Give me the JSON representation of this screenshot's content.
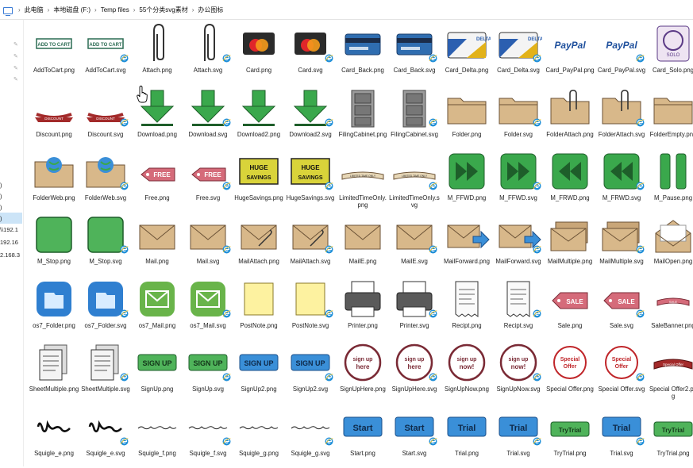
{
  "breadcrumb": [
    "此电脑",
    "本地磁盘 (F:)",
    "Temp files",
    "55个分类svg素材",
    "办公图标"
  ],
  "nav_pane": {
    "drive_labels": [
      ")",
      ")",
      ")",
      ")",
      "\\\\192.1",
      "192.16",
      "2.168.3"
    ]
  },
  "files": [
    {
      "name": "AddToCart.png",
      "icon": "add-to-cart-icon",
      "ie": false
    },
    {
      "name": "AddToCart.svg",
      "icon": "add-to-cart-icon",
      "ie": true
    },
    {
      "name": "Attach.png",
      "icon": "paperclip-icon",
      "ie": false
    },
    {
      "name": "Attach.svg",
      "icon": "paperclip-icon",
      "ie": true
    },
    {
      "name": "Card.png",
      "icon": "credit-card-icon",
      "ie": false
    },
    {
      "name": "Card.svg",
      "icon": "credit-card-icon",
      "ie": true
    },
    {
      "name": "Card_Back.png",
      "icon": "card-back-icon",
      "ie": false
    },
    {
      "name": "Card_Back.svg",
      "icon": "card-back-icon",
      "ie": true
    },
    {
      "name": "Card_Delta.png",
      "icon": "delta-card-icon",
      "ie": false
    },
    {
      "name": "Card_Delta.svg",
      "icon": "delta-card-icon",
      "ie": true
    },
    {
      "name": "Card_PayPal.png",
      "icon": "paypal-icon",
      "ie": false
    },
    {
      "name": "Card_PayPal.svg",
      "icon": "paypal-icon",
      "ie": true
    },
    {
      "name": "Card_Solo.png",
      "icon": "solo-card-icon",
      "ie": false
    },
    {
      "name": "Discount.png",
      "icon": "discount-banner-icon",
      "ie": false
    },
    {
      "name": "Discount.svg",
      "icon": "discount-banner-icon",
      "ie": true
    },
    {
      "name": "Download.png",
      "icon": "download-arrow-icon",
      "ie": false
    },
    {
      "name": "Download.svg",
      "icon": "download-arrow-icon",
      "ie": true
    },
    {
      "name": "Download2.png",
      "icon": "download-arrow-icon",
      "ie": false
    },
    {
      "name": "Download2.svg",
      "icon": "download-arrow-icon",
      "ie": true
    },
    {
      "name": "FilingCabinet.png",
      "icon": "filing-cabinet-icon",
      "ie": false
    },
    {
      "name": "FilingCabinet.svg",
      "icon": "filing-cabinet-icon",
      "ie": true
    },
    {
      "name": "Folder.png",
      "icon": "folder-icon",
      "ie": false
    },
    {
      "name": "Folder.svg",
      "icon": "folder-icon",
      "ie": true
    },
    {
      "name": "FolderAttach.png",
      "icon": "folder-attach-icon",
      "ie": false
    },
    {
      "name": "FolderAttach.svg",
      "icon": "folder-attach-icon",
      "ie": true
    },
    {
      "name": "FolderEmpty.png",
      "icon": "folder-icon",
      "ie": false
    },
    {
      "name": "FolderWeb.png",
      "icon": "folder-web-icon",
      "ie": false
    },
    {
      "name": "FolderWeb.svg",
      "icon": "folder-web-icon",
      "ie": true
    },
    {
      "name": "Free.png",
      "icon": "free-tag-icon",
      "ie": false
    },
    {
      "name": "Free.svg",
      "icon": "free-tag-icon",
      "ie": true
    },
    {
      "name": "HugeSavings.png",
      "icon": "huge-savings-icon",
      "ie": false
    },
    {
      "name": "HugeSavings.svg",
      "icon": "huge-savings-icon",
      "ie": true
    },
    {
      "name": "LimitedTimeOnly.png",
      "icon": "limited-time-banner-icon",
      "ie": false
    },
    {
      "name": "LimitedTimeOnly.svg",
      "icon": "limited-time-banner-icon",
      "ie": true
    },
    {
      "name": "M_FFWD.png",
      "icon": "fast-forward-icon",
      "ie": false
    },
    {
      "name": "M_FFWD.svg",
      "icon": "fast-forward-icon",
      "ie": true
    },
    {
      "name": "M_FRWD.png",
      "icon": "rewind-icon",
      "ie": false
    },
    {
      "name": "M_FRWD.svg",
      "icon": "rewind-icon",
      "ie": true
    },
    {
      "name": "M_Pause.png",
      "icon": "pause-icon",
      "ie": false
    },
    {
      "name": "M_Stop.png",
      "icon": "stop-icon",
      "ie": false
    },
    {
      "name": "M_Stop.svg",
      "icon": "stop-icon",
      "ie": true
    },
    {
      "name": "Mail.png",
      "icon": "envelope-icon",
      "ie": false
    },
    {
      "name": "Mail.svg",
      "icon": "envelope-icon",
      "ie": true
    },
    {
      "name": "MailAttach.png",
      "icon": "mail-attach-icon",
      "ie": false
    },
    {
      "name": "MailAttach.svg",
      "icon": "mail-attach-icon",
      "ie": true
    },
    {
      "name": "MailE.png",
      "icon": "envelope-icon",
      "ie": false
    },
    {
      "name": "MailE.svg",
      "icon": "envelope-icon",
      "ie": true
    },
    {
      "name": "MailForward.png",
      "icon": "mail-forward-icon",
      "ie": false
    },
    {
      "name": "MailForward.svg",
      "icon": "mail-forward-icon",
      "ie": true
    },
    {
      "name": "MailMultiple.png",
      "icon": "mail-multiple-icon",
      "ie": false
    },
    {
      "name": "MailMultiple.svg",
      "icon": "mail-multiple-icon",
      "ie": true
    },
    {
      "name": "MailOpen.png",
      "icon": "mail-open-icon",
      "ie": false
    },
    {
      "name": "os7_Folder.png",
      "icon": "ios-folder-icon",
      "ie": false
    },
    {
      "name": "os7_Folder.svg",
      "icon": "ios-folder-icon",
      "ie": true
    },
    {
      "name": "os7_Mail.png",
      "icon": "ios-mail-icon",
      "ie": false
    },
    {
      "name": "os7_Mail.svg",
      "icon": "ios-mail-icon",
      "ie": true
    },
    {
      "name": "PostNote.png",
      "icon": "sticky-note-icon",
      "ie": false
    },
    {
      "name": "PostNote.svg",
      "icon": "sticky-note-icon",
      "ie": true
    },
    {
      "name": "Printer.png",
      "icon": "printer-icon",
      "ie": false
    },
    {
      "name": "Printer.svg",
      "icon": "printer-icon",
      "ie": true
    },
    {
      "name": "Recipt.png",
      "icon": "receipt-icon",
      "ie": false
    },
    {
      "name": "Recipt.svg",
      "icon": "receipt-icon",
      "ie": true
    },
    {
      "name": "Sale.png",
      "icon": "sale-tag-icon",
      "ie": false
    },
    {
      "name": "Sale.svg",
      "icon": "sale-tag-icon",
      "ie": true
    },
    {
      "name": "SaleBanner.png",
      "icon": "sale-banner-icon",
      "ie": false
    },
    {
      "name": "SheetMultiple.png",
      "icon": "sheet-multiple-icon",
      "ie": false
    },
    {
      "name": "SheetMultiple.svg",
      "icon": "sheet-multiple-icon",
      "ie": true
    },
    {
      "name": "SignUp.png",
      "icon": "sign-up-button-icon",
      "ie": false
    },
    {
      "name": "SignUp.svg",
      "icon": "sign-up-button-icon",
      "ie": true
    },
    {
      "name": "SignUp2.png",
      "icon": "sign-up-blue-icon",
      "ie": false
    },
    {
      "name": "SignUp2.svg",
      "icon": "sign-up-blue-icon",
      "ie": true
    },
    {
      "name": "SignUpHere.png",
      "icon": "sign-up-here-stamp-icon",
      "ie": false
    },
    {
      "name": "SignUpHere.svg",
      "icon": "sign-up-here-stamp-icon",
      "ie": true
    },
    {
      "name": "SignUpNow.png",
      "icon": "sign-up-now-stamp-icon",
      "ie": false
    },
    {
      "name": "SignUpNow.svg",
      "icon": "sign-up-now-stamp-icon",
      "ie": true
    },
    {
      "name": "Special Offer.png",
      "icon": "special-offer-icon",
      "ie": false
    },
    {
      "name": "Special Offer.svg",
      "icon": "special-offer-icon",
      "ie": true
    },
    {
      "name": "Special Offer2.png",
      "icon": "special-offer-banner-icon",
      "ie": false
    },
    {
      "name": "Squigle_e.png",
      "icon": "squiggle-icon",
      "ie": false
    },
    {
      "name": "Squigle_e.svg",
      "icon": "squiggle-icon",
      "ie": true
    },
    {
      "name": "Squigle_f.png",
      "icon": "squiggle-thin-icon",
      "ie": false
    },
    {
      "name": "Squigle_f.svg",
      "icon": "squiggle-thin-icon",
      "ie": true
    },
    {
      "name": "Squigle_g.png",
      "icon": "squiggle-thin-icon",
      "ie": false
    },
    {
      "name": "Squigle_g.svg",
      "icon": "squiggle-thin-icon",
      "ie": true
    },
    {
      "name": "Start.png",
      "icon": "start-button-icon",
      "ie": false
    },
    {
      "name": "Start.svg",
      "icon": "start-button-icon",
      "ie": true
    },
    {
      "name": "Trial.png",
      "icon": "trial-button-icon",
      "ie": false
    },
    {
      "name": "Trial.svg",
      "icon": "trial-button-icon",
      "ie": true
    },
    {
      "name": "TryTrial.png",
      "icon": "try-trial-icon",
      "ie": false
    },
    {
      "name": "Trial.svg",
      "icon": "trial-button-icon",
      "ie": true
    },
    {
      "name": "TryTrial.png",
      "icon": "try-trial-icon",
      "ie": false
    }
  ],
  "thumb_text": {
    "add_to_cart": "ADD TO CART",
    "discount": "DISCOUNT",
    "free": "FREE",
    "huge_savings": "HUGE SAVINGS",
    "limited": "LIMITED TIME ONLY",
    "paypal": "PayPal",
    "solo": "SOLO",
    "delta": "DELTA",
    "sale": "SALE",
    "sign_up": "SIGN UP",
    "sign_up_here": "sign up here",
    "sign_up_now": "sign up now",
    "special_offer": "Special Offer",
    "start": "Start",
    "trial": "Trial",
    "try_trial": "TryTrial"
  }
}
